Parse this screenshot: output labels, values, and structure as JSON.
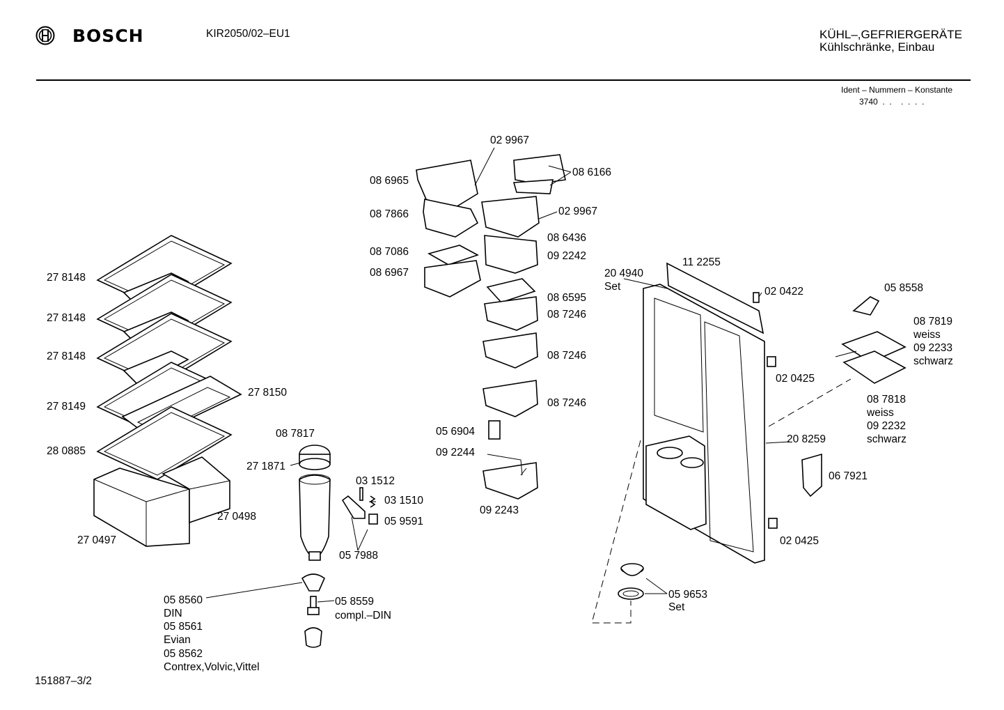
{
  "header": {
    "brand": "BOSCH",
    "model": "KIR2050/02–EU1",
    "category": "KÜHL–,GEFRIERGERÄTE",
    "subcategory": "Kühlschränke, Einbau",
    "ident_label": "Ident – Nummern – Konstante",
    "ident_value": "3740  .  .    .  .  .  ."
  },
  "footer": {
    "drawing_number": "151887–3/2"
  },
  "labels": [
    {
      "id": "l1",
      "text": "02 9967"
    },
    {
      "id": "l2",
      "text": "08 6965"
    },
    {
      "id": "l3",
      "text": "08 6166"
    },
    {
      "id": "l4",
      "text": "08 7866"
    },
    {
      "id": "l5",
      "text": "02 9967"
    },
    {
      "id": "l6",
      "text": "08 6436"
    },
    {
      "id": "l7",
      "text": "08 7086"
    },
    {
      "id": "l8",
      "text": "09 2242"
    },
    {
      "id": "l9",
      "text": "08 6967"
    },
    {
      "id": "l10",
      "text": "27 8148"
    },
    {
      "id": "l11",
      "text": "27 8148"
    },
    {
      "id": "l12",
      "text": "27 8148"
    },
    {
      "id": "l13",
      "text": "27 8149"
    },
    {
      "id": "l14",
      "text": "27 8150"
    },
    {
      "id": "l15",
      "text": "28 0885"
    },
    {
      "id": "l16",
      "text": "08 7817"
    },
    {
      "id": "l17",
      "text": "27 1871"
    },
    {
      "id": "l18",
      "text": "03 1512"
    },
    {
      "id": "l19",
      "text": "03 1510"
    },
    {
      "id": "l20",
      "text": "05 9591"
    },
    {
      "id": "l21",
      "text": "05 7988"
    },
    {
      "id": "l22",
      "text": "27 0498"
    },
    {
      "id": "l23",
      "text": "27 0497"
    },
    {
      "id": "l24",
      "text": "08 6595"
    },
    {
      "id": "l25",
      "text": "08 7246"
    },
    {
      "id": "l26",
      "text": "08 7246"
    },
    {
      "id": "l27",
      "text": "08 7246"
    },
    {
      "id": "l28",
      "text": "05 6904"
    },
    {
      "id": "l29",
      "text": "09 2244"
    },
    {
      "id": "l30",
      "text": "09 2243"
    },
    {
      "id": "l31",
      "text": "11 2255"
    },
    {
      "id": "l32",
      "text": "20 4940"
    },
    {
      "id": "l33",
      "text": "Set"
    },
    {
      "id": "l34",
      "text": "02 0422"
    },
    {
      "id": "l35",
      "text": "05 8558"
    },
    {
      "id": "l36",
      "text": "08 7819"
    },
    {
      "id": "l37",
      "text": "weiss"
    },
    {
      "id": "l38",
      "text": "09 2233"
    },
    {
      "id": "l39",
      "text": "schwarz"
    },
    {
      "id": "l40",
      "text": "02 0425"
    },
    {
      "id": "l41",
      "text": "08 7818"
    },
    {
      "id": "l42",
      "text": "weiss"
    },
    {
      "id": "l43",
      "text": "09 2232"
    },
    {
      "id": "l44",
      "text": "schwarz"
    },
    {
      "id": "l45",
      "text": "20 8259"
    },
    {
      "id": "l46",
      "text": "06 7921"
    },
    {
      "id": "l47",
      "text": "02 0425"
    },
    {
      "id": "l48",
      "text": "05 9653"
    },
    {
      "id": "l49",
      "text": "Set"
    },
    {
      "id": "l50",
      "text": "05 8560"
    },
    {
      "id": "l51",
      "text": "DIN"
    },
    {
      "id": "l52",
      "text": "05 8561"
    },
    {
      "id": "l53",
      "text": "Evian"
    },
    {
      "id": "l54",
      "text": "05 8562"
    },
    {
      "id": "l55",
      "text": "Contrex,Volvic,Vittel"
    },
    {
      "id": "l56",
      "text": "05 8559"
    },
    {
      "id": "l57",
      "text": "compl.–DIN"
    }
  ]
}
